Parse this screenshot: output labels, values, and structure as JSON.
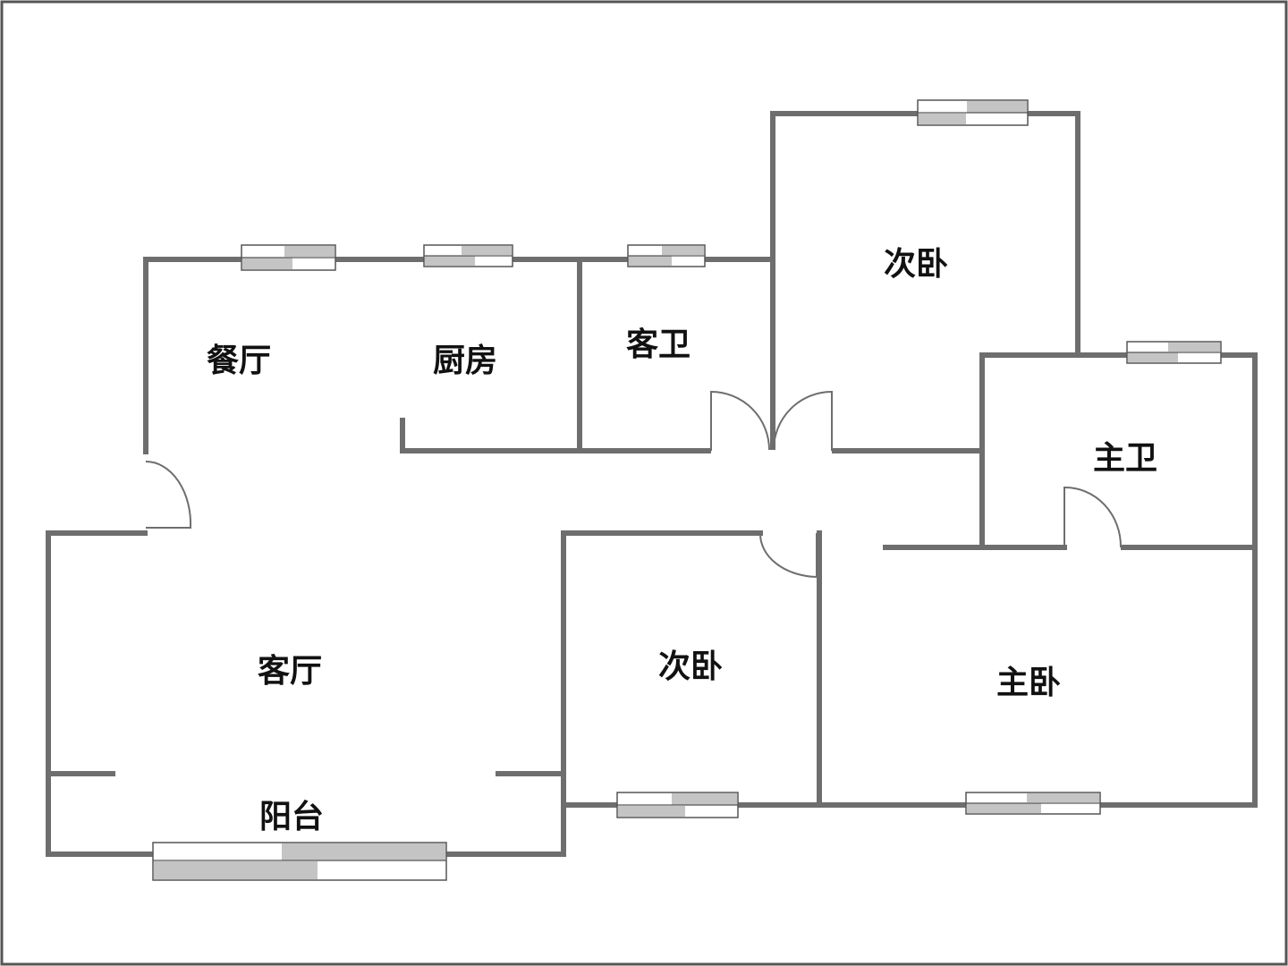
{
  "floor_plan": {
    "rooms": [
      {
        "key": "dining_room",
        "label": "餐厅"
      },
      {
        "key": "kitchen",
        "label": "厨房"
      },
      {
        "key": "guest_bathroom",
        "label": "客卫"
      },
      {
        "key": "secondary_bedroom_north",
        "label": "次卧"
      },
      {
        "key": "master_bathroom",
        "label": "主卫"
      },
      {
        "key": "living_room",
        "label": "客厅"
      },
      {
        "key": "secondary_bedroom_south",
        "label": "次卧"
      },
      {
        "key": "master_bedroom",
        "label": "主卧"
      },
      {
        "key": "balcony",
        "label": "阳台"
      }
    ]
  }
}
